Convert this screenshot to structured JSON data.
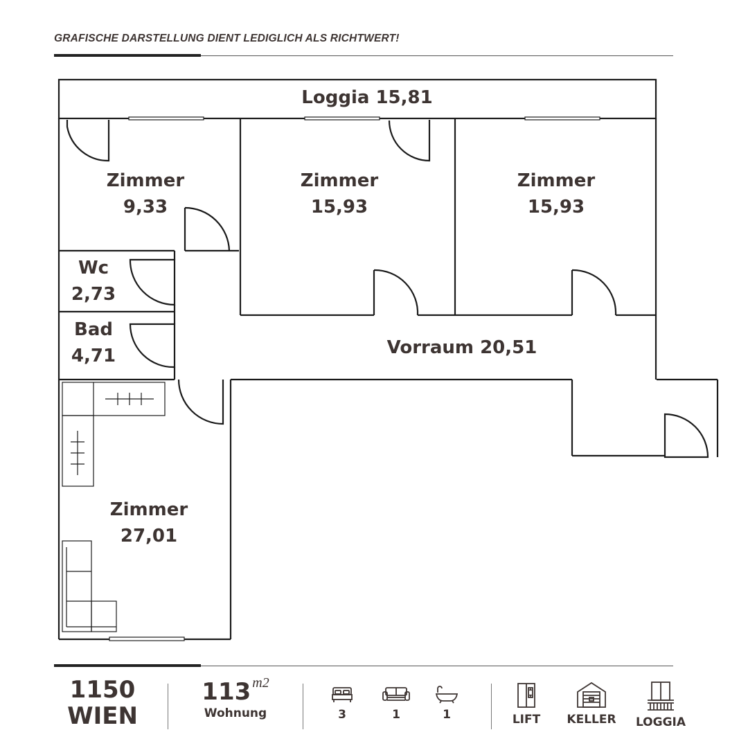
{
  "header": {
    "disclaimer": "GRAFISCHE DARSTELLUNG DIENT LEDIGLICH ALS RICHTWERT!"
  },
  "rooms": {
    "loggia": "Loggia 15,81",
    "zimmer_small": {
      "name": "Zimmer",
      "area": "9,33"
    },
    "zimmer_mid": {
      "name": "Zimmer",
      "area": "15,93"
    },
    "zimmer_right": {
      "name": "Zimmer",
      "area": "15,93"
    },
    "wc": {
      "name": "Wc",
      "area": "2,73"
    },
    "bad": {
      "name": "Bad",
      "area": "4,71"
    },
    "vorraum": "Vorraum 20,51",
    "zimmer_large": {
      "name": "Zimmer",
      "area": "27,01"
    }
  },
  "footer": {
    "postcode": "1150",
    "city": "WIEN",
    "area_value": "113",
    "area_unit": "m2",
    "area_label": "Wohnung",
    "bedrooms": "3",
    "living_rooms": "1",
    "bathrooms": "1",
    "features": [
      "LIFT",
      "KELLER",
      "LOGGIA"
    ]
  },
  "colors": {
    "text": "#3d3432",
    "wall": "#1a1a1a"
  }
}
